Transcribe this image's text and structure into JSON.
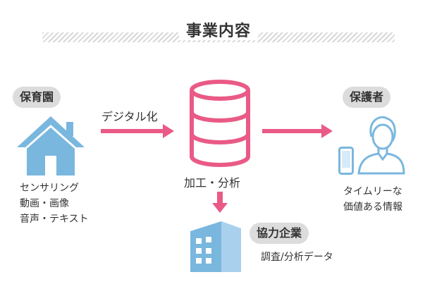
{
  "title": "事業内容",
  "nodes": {
    "nursery": {
      "label": "保育園",
      "data_lines": [
        "センサリング",
        "動画・画像",
        "音声・テキスト"
      ]
    },
    "processing": {
      "label": "加工・分析"
    },
    "guardian": {
      "label": "保護者",
      "lines": [
        "タイムリーな",
        "価値ある情報"
      ]
    },
    "partner": {
      "label": "協力企業",
      "sublabel": "調査/分析データ"
    }
  },
  "edges": {
    "nursery_to_processing": {
      "label": "デジタル化"
    }
  },
  "colors": {
    "arrow": "#ea5a86",
    "database": "#ea5a86",
    "icon_blue": "#7ab7de",
    "pill_bg": "#dcdcdc",
    "title_band": "#d8d8d8"
  },
  "icons": {
    "house": "house-icon",
    "database": "database-icon",
    "person": "person-icon",
    "smartphone": "smartphone-icon",
    "building": "building-icon"
  }
}
